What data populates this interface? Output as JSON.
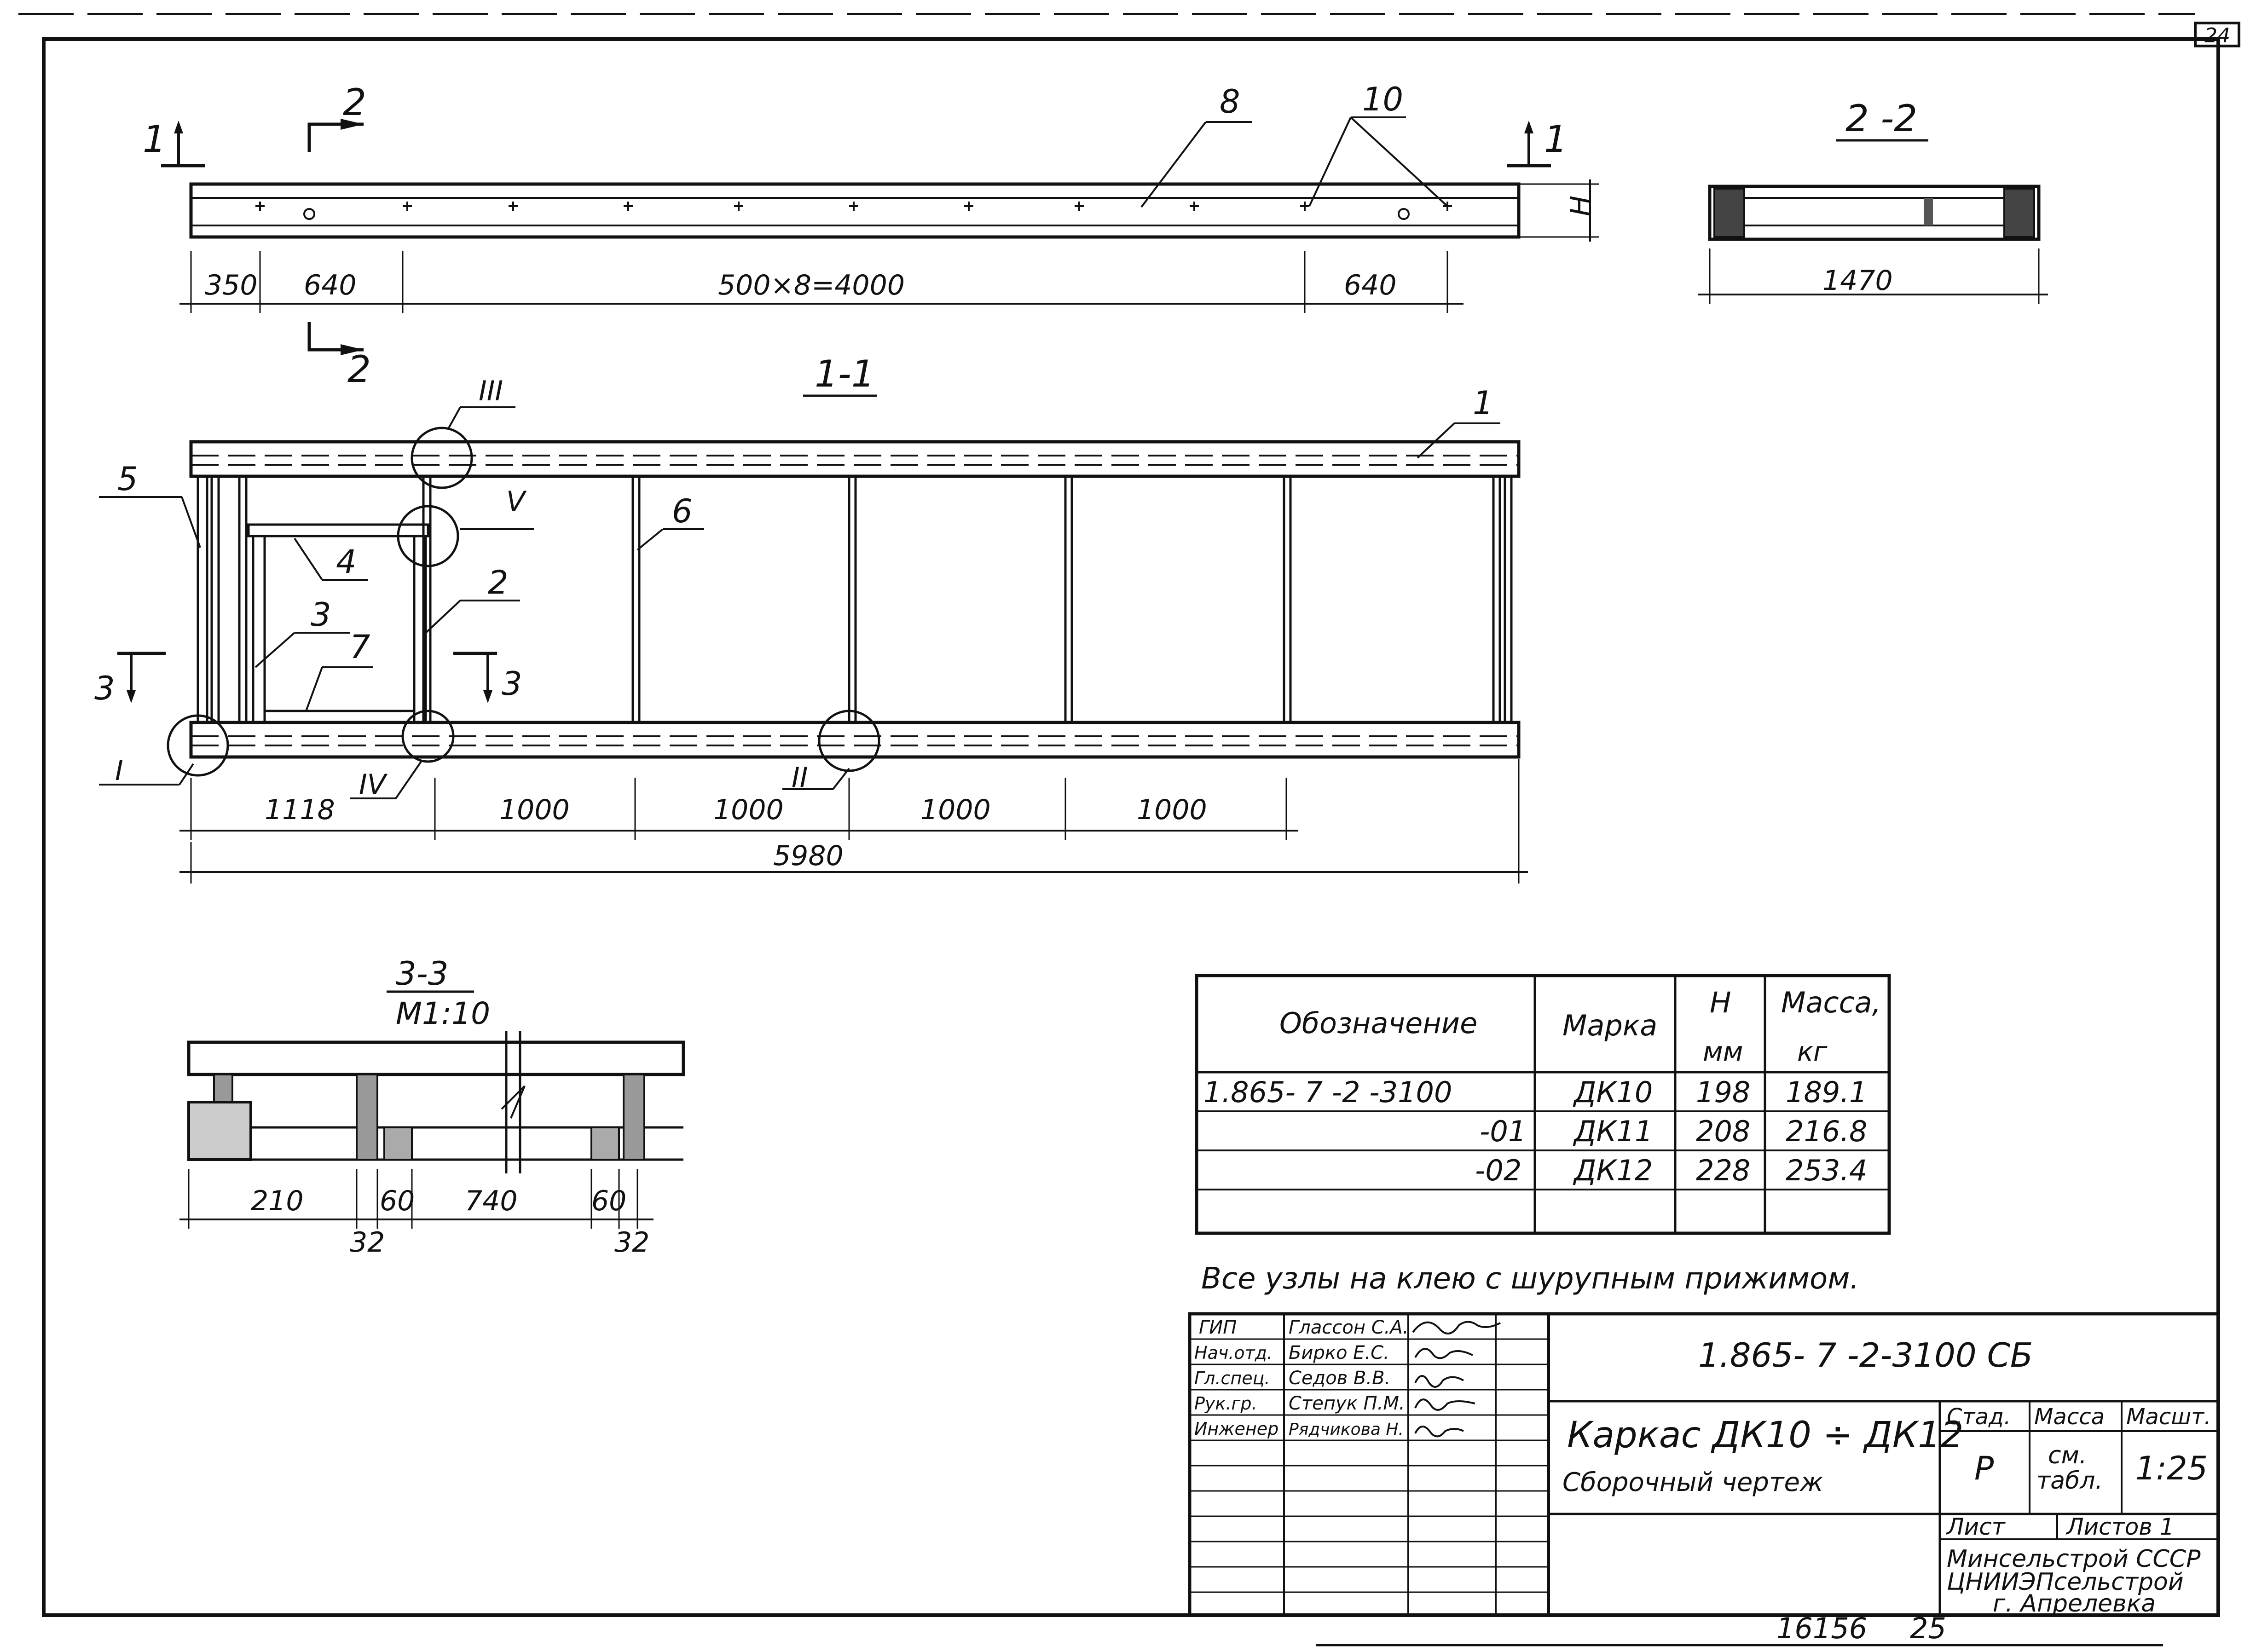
{
  "sheet": {
    "corner_number": "24",
    "bottom_inventory": "16156",
    "bottom_page": "25",
    "note": "Все узлы на клею с шурупным прижимом."
  },
  "views": {
    "plan": {
      "section_1": "1",
      "section_2": "2",
      "dim_350": "350",
      "dim_640_left": "640",
      "dim_spacing": "500×8=4000",
      "dim_640_right": "640",
      "dim_h": "H",
      "callout_8": "8",
      "callout_10": "10"
    },
    "section_2_2": {
      "title": "2 -2",
      "dim_width": "1470"
    },
    "section_1_1": {
      "title": "1-1",
      "callouts": [
        "1",
        "2",
        "3",
        "4",
        "5",
        "6",
        "7"
      ],
      "nodes": [
        "I",
        "II",
        "III",
        "IV",
        "V"
      ],
      "section_3": "3",
      "dims": [
        "1118",
        "1000",
        "1000",
        "1000",
        "1000"
      ],
      "dim_total": "5980"
    },
    "section_3_3": {
      "title": "3-3",
      "scale": "M1:10",
      "dims": [
        "210",
        "60",
        "740",
        "60"
      ],
      "dims_below": [
        "32",
        "32"
      ]
    }
  },
  "spec_table": {
    "headers": {
      "designation": "Обозначение",
      "mark": "Марка",
      "h_top": "H",
      "h_unit": "мм",
      "mass_top": "Масса,",
      "mass_unit": "кг"
    },
    "rows": [
      {
        "designation": "1.865- 7 -2 -3100",
        "mark": "ДК10",
        "h": "198",
        "mass": "189.1"
      },
      {
        "designation": "-01",
        "mark": "ДК11",
        "h": "208",
        "mass": "216.8"
      },
      {
        "designation": "-02",
        "mark": "ДК12",
        "h": "228",
        "mass": "253.4"
      }
    ]
  },
  "title_block": {
    "doc_code": "1.865- 7 -2-3100 СБ",
    "name_line1": "Каркас ДК10 ÷ ДК12",
    "name_line2": "Сборочный чертеж",
    "stage_label": "Стад.",
    "mass_label": "Масса",
    "scale_label": "Масшт.",
    "stage": "Р",
    "mass_line1": "см.",
    "mass_line2": "табл.",
    "scale": "1:25",
    "sheet_label": "Лист",
    "sheets_label": "Листов 1",
    "org_line1": "Минсельстрой СССР",
    "org_line2": "ЦНИИЭПсельстрой",
    "org_line3": "г. Апрелевка",
    "staff": [
      {
        "role": "ГИП",
        "name": "Глассон С.А."
      },
      {
        "role": "Нач.отд.",
        "name": "Бирко Е.С."
      },
      {
        "role": "Гл.спец.",
        "name": "Седов В.В."
      },
      {
        "role": "Рук.гр.",
        "name": "Степук П.М."
      },
      {
        "role": "Инженер",
        "name": "Рядчикова Н."
      }
    ]
  }
}
